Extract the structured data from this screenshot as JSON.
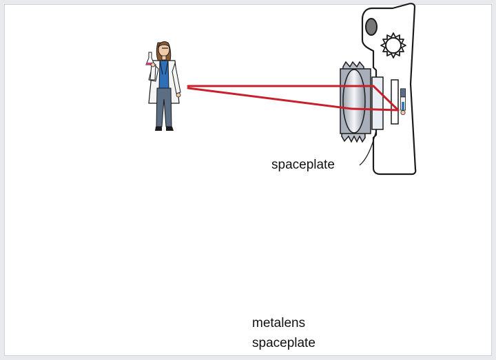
{
  "labels": {
    "top_spaceplate": "spaceplate",
    "bottom_metalens": "metalens",
    "bottom_spaceplate": "spaceplate"
  },
  "colors": {
    "ray": "#c8202b",
    "outline": "#1a1a1a",
    "coat": "#f4f4f4",
    "shirt": "#2f6fb8",
    "pants": "#5b6e84",
    "hair": "#8a5a35",
    "skin": "#f0c9a6",
    "lens_glass": "#c7ccd6",
    "plate_fill": "#e8edf4",
    "metalens": "#e2c23a"
  }
}
